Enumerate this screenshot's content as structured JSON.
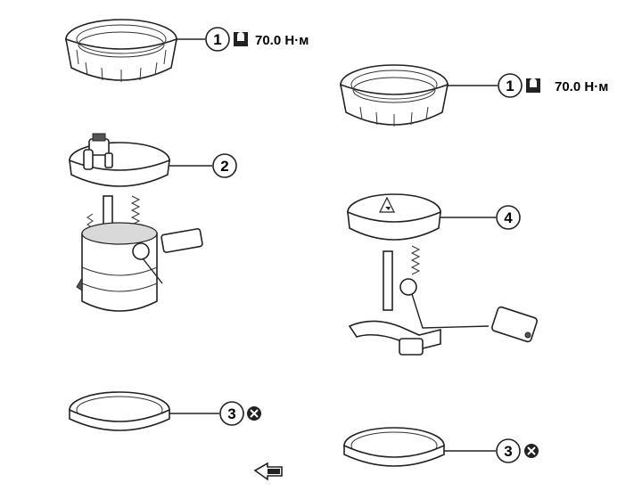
{
  "callouts": {
    "c1a": "1",
    "c1b": "1",
    "c2": "2",
    "c3a": "3",
    "c3b": "3",
    "c4": "4"
  },
  "torque": {
    "left": "70.0 Н·м",
    "right": "70.0 Н·м"
  },
  "icons": {
    "torque": "torque-wrench-icon",
    "replace": "do-not-reuse-icon",
    "front": "front-direction-arrow-icon"
  },
  "colors": {
    "line": "#222222",
    "shade": "#d9d9d9",
    "background": "#ffffff"
  }
}
